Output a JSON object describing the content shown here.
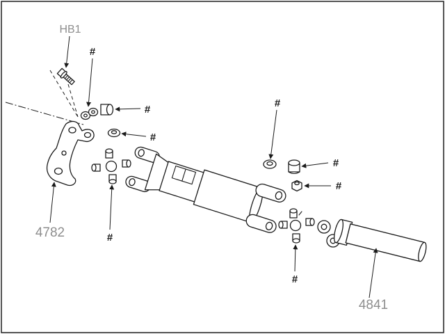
{
  "labels": {
    "bolt": "HB1",
    "front_flange": "4782",
    "rear_shaft": "4841",
    "hash": "#"
  },
  "colors": {
    "label_gray": "#8e8e8e",
    "line": "#1a1a1a",
    "background": "#ffffff"
  }
}
